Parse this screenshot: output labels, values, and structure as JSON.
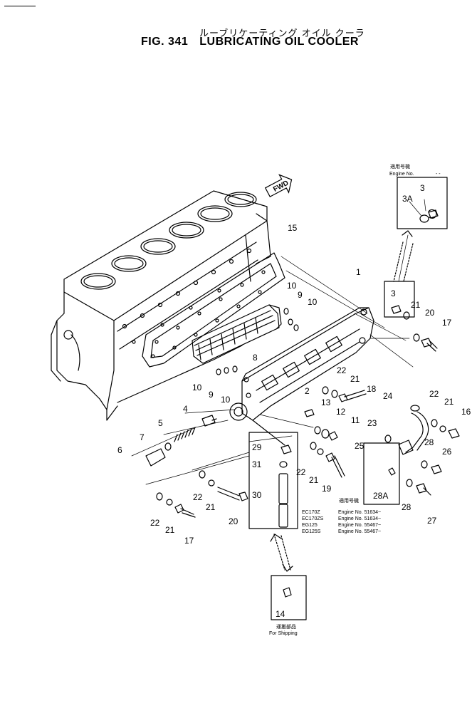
{
  "header": {
    "jp_title": "ルーブリケーティング オイル クーラ",
    "fig_number": "FIG. 341",
    "fig_title": "LUBRICATING OIL COOLER"
  },
  "fwd_label": "FWD",
  "inset_top": {
    "jp_label": "適用号機",
    "engine_label": "Engine No.",
    "engine_range": "- -",
    "parts": [
      "3",
      "3A"
    ]
  },
  "inset_mid": {
    "parts": [
      "3"
    ]
  },
  "inset_28a": {
    "parts": [
      "28A"
    ],
    "jp_label": "適用号機",
    "rows": [
      {
        "model": "EC170Z",
        "engine": "Engine No. 51634~"
      },
      {
        "model": "EC170ZS",
        "engine": "Engine No. 51634~"
      },
      {
        "model": "EG125",
        "engine": "Engine No. 55467~"
      },
      {
        "model": "EG125S",
        "engine": "Engine No. 55467~"
      }
    ]
  },
  "inset_shipping": {
    "parts": [
      "14"
    ],
    "jp_label": "運搬部品",
    "label": "For Shipping"
  },
  "callouts": [
    "1",
    "2",
    "4",
    "5",
    "6",
    "7",
    "8",
    "9",
    "9",
    "10",
    "10",
    "10",
    "10",
    "11",
    "12",
    "13",
    "15",
    "16",
    "17",
    "17",
    "18",
    "19",
    "20",
    "21",
    "21",
    "21",
    "21",
    "21",
    "22",
    "22",
    "22",
    "22",
    "22",
    "23",
    "24",
    "25",
    "26",
    "27",
    "28",
    "28",
    "29",
    "30",
    "31"
  ]
}
